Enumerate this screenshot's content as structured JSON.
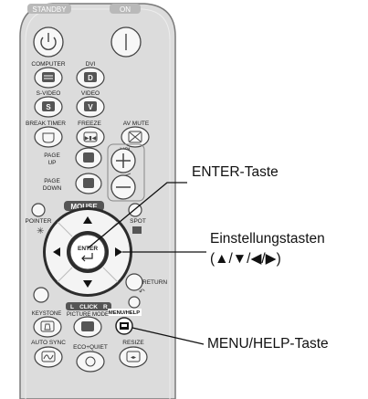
{
  "remote": {
    "top_buttons": {
      "standby": "STANDBY",
      "on": "ON"
    },
    "input_buttons": {
      "computer": "COMPUTER",
      "dvi": "DVI",
      "dvi_key": "D",
      "s_video": "S-VIDEO",
      "s_video_key": "S",
      "video": "VIDEO",
      "video_key": "V"
    },
    "function_buttons": {
      "break_timer": "BREAK TIMER",
      "freeze": "FREEZE",
      "av_mute": "AV MUTE"
    },
    "page_buttons": {
      "page_up_1": "PAGE",
      "page_up_2": "UP",
      "page_down_1": "PAGE",
      "page_down_2": "DOWN"
    },
    "vol_label": "VOL",
    "mouse_label": "MOUSE",
    "pointer_label": "POINTER",
    "spot_label": "SPOT",
    "enter_label": "ENTER",
    "return_label": "RETURN",
    "keystone_label": "KEYSTONE",
    "click_labels": {
      "l": "L",
      "click": "CLICK",
      "r": "R"
    },
    "picture_mode_label": "PICTURE MODE",
    "menu_help_label": "MENU/HELP",
    "auto_sync_label": "AUTO SYNC",
    "eco_quiet_label": "ECO+QUIET",
    "resize_label": "RESIZE"
  },
  "callouts": {
    "enter": "ENTER-Taste",
    "settings_line1": "Einstellungstasten",
    "settings_line2": "(▲/▼/◀/▶)",
    "menu_help": "MENU/HELP-Taste"
  },
  "colors": {
    "body": "#dcdcdc",
    "body_edge": "#7a7a7a",
    "label_strip": "#b9b9b9",
    "button": "#f7f7f7",
    "dark_badge": "#555555"
  }
}
